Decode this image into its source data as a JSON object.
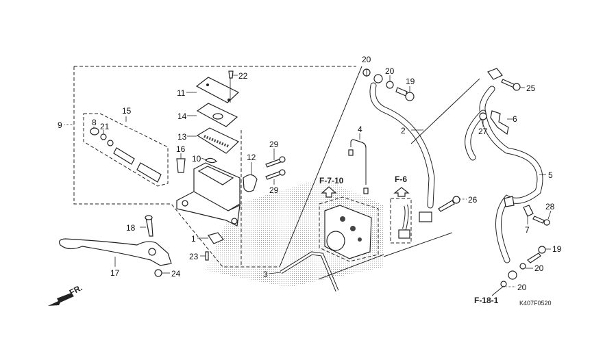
{
  "diagram": {
    "title": "Front brake master cylinder / ABS hose exploded parts diagram",
    "drawing_code": "K407F0520",
    "direction_indicator": "FR.",
    "section_refs": [
      {
        "id": "ref-f-7-10",
        "label": "F-7-10"
      },
      {
        "id": "ref-f-6",
        "label": "F-6"
      },
      {
        "id": "ref-f-18-1",
        "label": "F-18-1"
      }
    ],
    "callouts": [
      {
        "id": "c9",
        "label": "9"
      },
      {
        "id": "c15",
        "label": "15"
      },
      {
        "id": "c8",
        "label": "8"
      },
      {
        "id": "c21",
        "label": "21"
      },
      {
        "id": "c22",
        "label": "22"
      },
      {
        "id": "c11",
        "label": "11"
      },
      {
        "id": "c14",
        "label": "14"
      },
      {
        "id": "c13",
        "label": "13"
      },
      {
        "id": "c16",
        "label": "16"
      },
      {
        "id": "c10",
        "label": "10"
      },
      {
        "id": "c12",
        "label": "12"
      },
      {
        "id": "c29a",
        "label": "29"
      },
      {
        "id": "c29b",
        "label": "29"
      },
      {
        "id": "c18",
        "label": "18"
      },
      {
        "id": "c1",
        "label": "1"
      },
      {
        "id": "c23",
        "label": "23"
      },
      {
        "id": "c17",
        "label": "17"
      },
      {
        "id": "c24",
        "label": "24"
      },
      {
        "id": "c4",
        "label": "4"
      },
      {
        "id": "c3",
        "label": "3"
      },
      {
        "id": "c20a",
        "label": "20"
      },
      {
        "id": "c20b",
        "label": "20"
      },
      {
        "id": "c19a",
        "label": "19"
      },
      {
        "id": "c2",
        "label": "2"
      },
      {
        "id": "c26",
        "label": "26"
      },
      {
        "id": "c25",
        "label": "25"
      },
      {
        "id": "c6",
        "label": "6"
      },
      {
        "id": "c27",
        "label": "27"
      },
      {
        "id": "c5",
        "label": "5"
      },
      {
        "id": "c28",
        "label": "28"
      },
      {
        "id": "c7",
        "label": "7"
      },
      {
        "id": "c19b",
        "label": "19"
      },
      {
        "id": "c20c",
        "label": "20"
      },
      {
        "id": "c20d",
        "label": "20"
      }
    ]
  }
}
